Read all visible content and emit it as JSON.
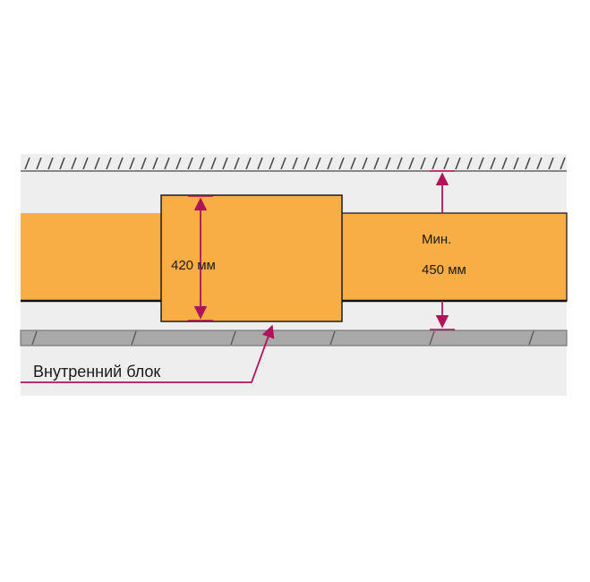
{
  "diagram": {
    "unit_height_label": "420 мм",
    "min_clearance_label_line1": "Мин.",
    "min_clearance_label_line2": "450 мм",
    "indoor_unit_label": "Внутренний блок"
  },
  "colors": {
    "duct": "#f9ae45",
    "background_band": "#eeeeee",
    "ceiling_hatch": "#4a4a4a",
    "floor_slab": "#a9a9a9",
    "dimension_arrows": "#b0135a",
    "outline": "#111111"
  }
}
